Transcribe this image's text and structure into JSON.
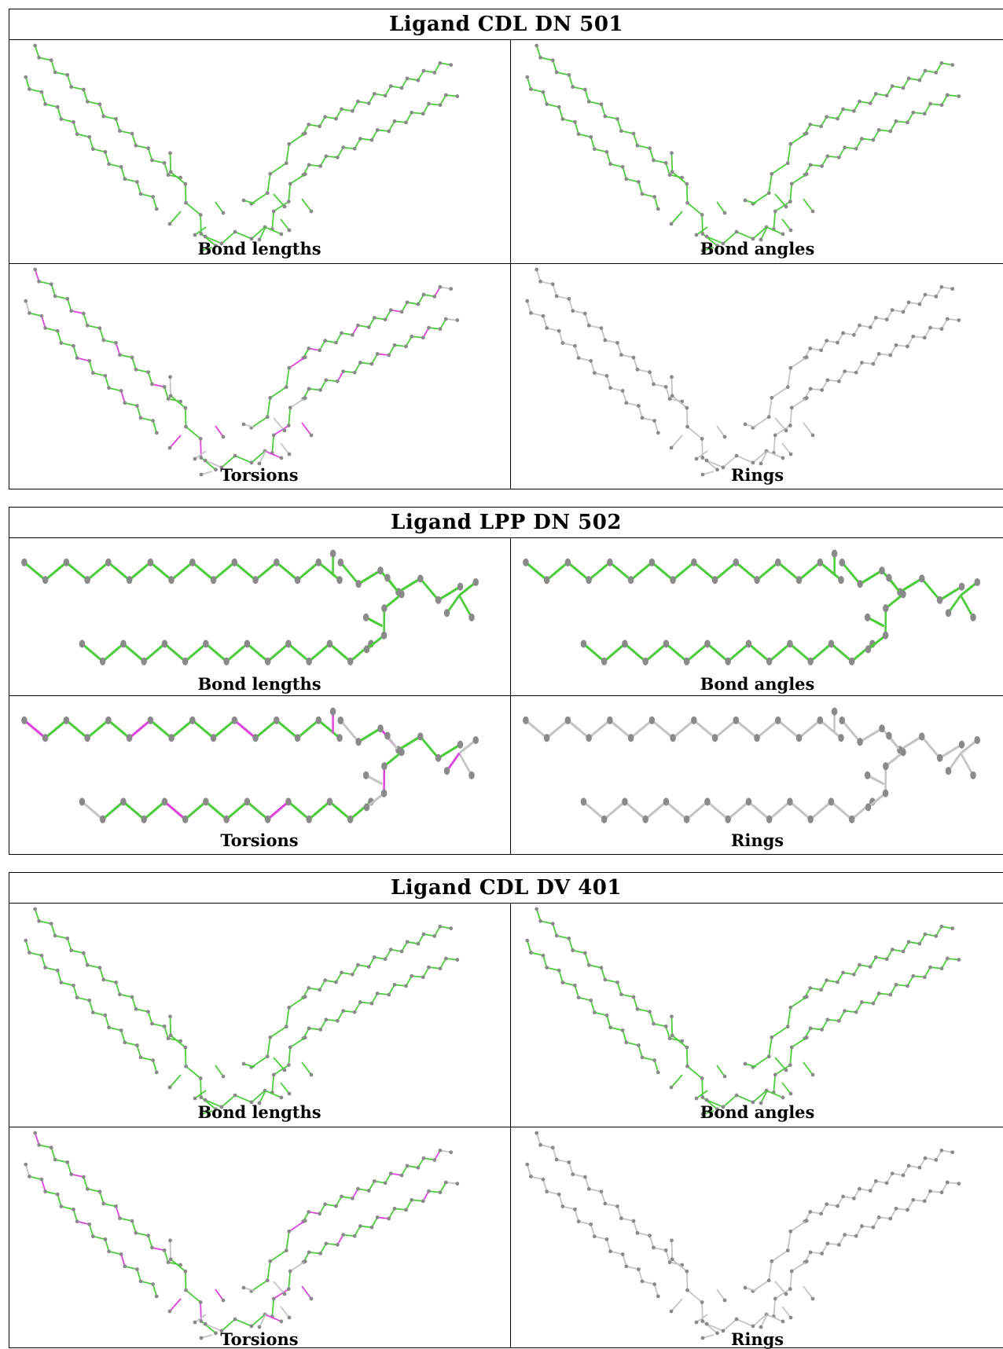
{
  "blocks": [
    {
      "title": "Ligand CDL DN 501",
      "molecule": "cardiolipin",
      "panels": [
        {
          "caption": "Bond lengths",
          "scheme": "green"
        },
        {
          "caption": "Bond angles",
          "scheme": "green"
        },
        {
          "caption": "Torsions",
          "scheme": "torsion"
        },
        {
          "caption": "Rings",
          "scheme": "gray"
        }
      ]
    },
    {
      "title": "Ligand LPP DN 502",
      "molecule": "lpp",
      "panels": [
        {
          "caption": "Bond lengths",
          "scheme": "green"
        },
        {
          "caption": "Bond angles",
          "scheme": "green"
        },
        {
          "caption": "Torsions",
          "scheme": "torsion"
        },
        {
          "caption": "Rings",
          "scheme": "gray"
        }
      ]
    },
    {
      "title": "Ligand CDL DV 401",
      "molecule": "cardiolipin",
      "panels": [
        {
          "caption": "Bond lengths",
          "scheme": "green"
        },
        {
          "caption": "Bond angles",
          "scheme": "green"
        },
        {
          "caption": "Torsions",
          "scheme": "torsion2"
        },
        {
          "caption": "Rings",
          "scheme": "gray"
        }
      ]
    }
  ],
  "colors": {
    "ok": "#4ccc3c",
    "outlier": "#dd44dd",
    "neutral": "#c4c4c4",
    "atom": "#8a8a8a"
  }
}
